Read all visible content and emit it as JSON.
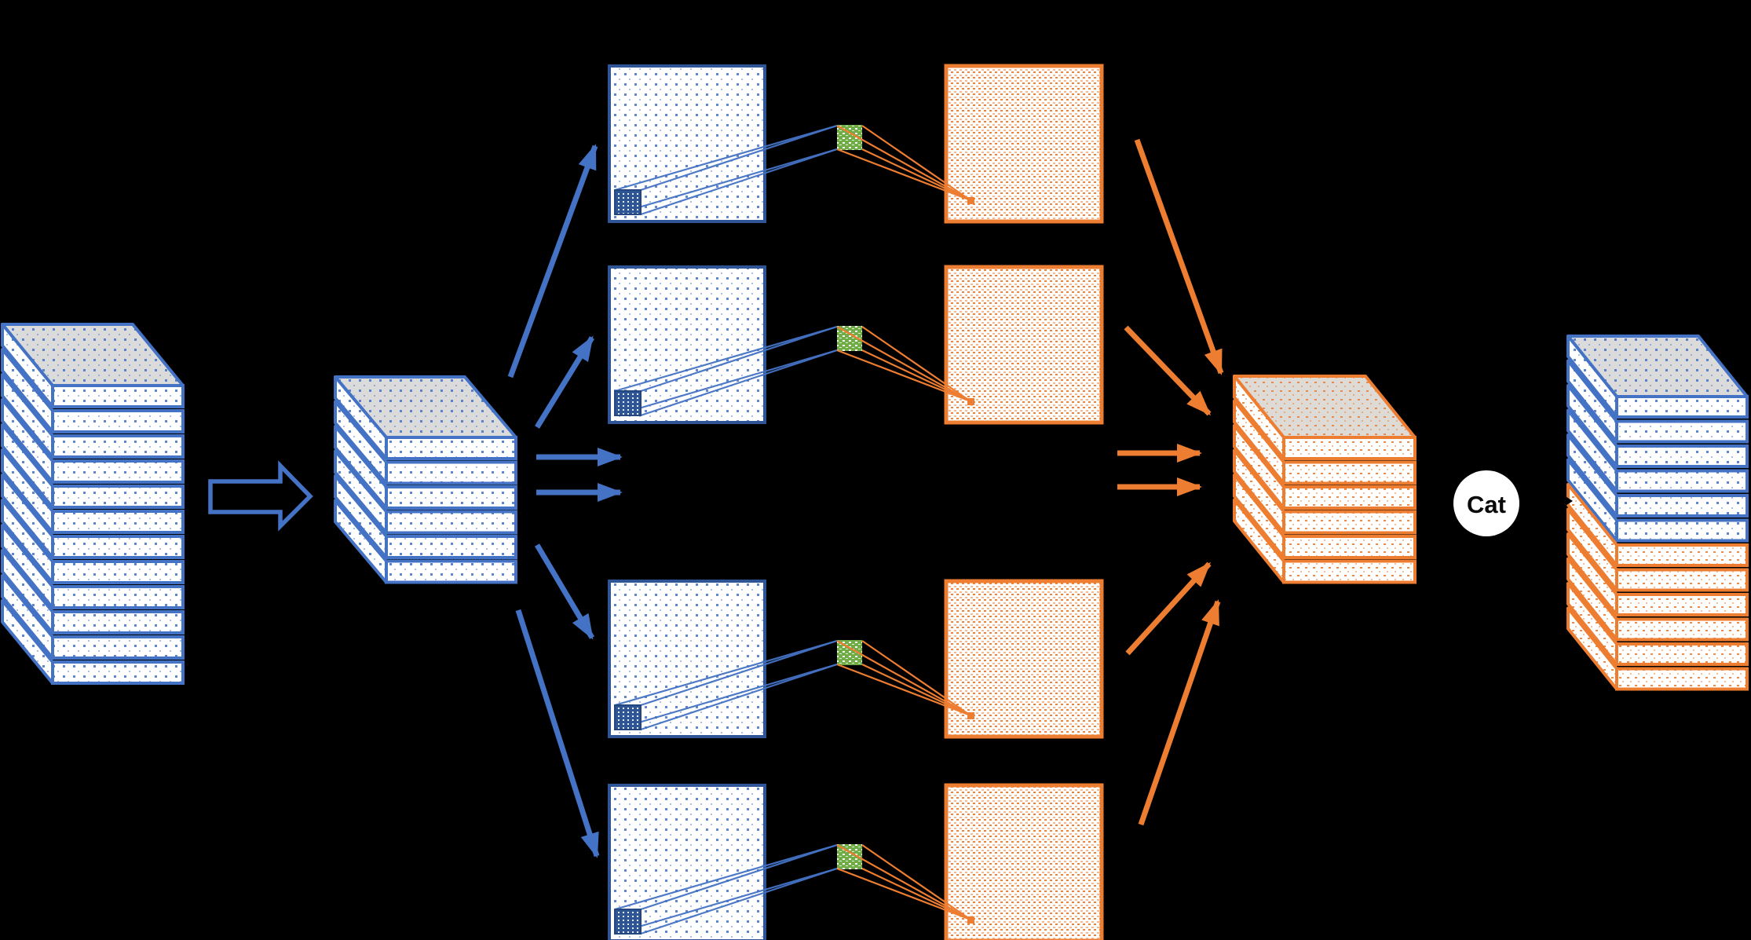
{
  "background": "#000000",
  "cat": {
    "label": "Cat"
  },
  "colors": {
    "blue": "#4472C4",
    "dark_blue": "#2F5597",
    "patch_blue": "#2E5697",
    "orange": "#ED7D31",
    "green": "#70AD47",
    "gray_top": "#DBDBDB",
    "white": "#FFFFFF",
    "black": "#000000"
  },
  "stacks": {
    "input": {
      "semantic": "input-feature-stack",
      "layer_count": 12,
      "palette": "blue"
    },
    "reduced": {
      "semantic": "reduced-feature-stack",
      "layer_count": 6,
      "palette": "blue"
    },
    "concat": {
      "semantic": "concatenated-output-stack",
      "layer_count": 6,
      "palette": "orange"
    },
    "output": {
      "semantic": "final-output-stack",
      "blue_layer_count": 6,
      "orange_layer_count": 6
    }
  },
  "branches": {
    "visible_rows": 4,
    "split_arrow_count": 6,
    "merge_arrow_count": 6,
    "row_parts": {
      "input_map": "blue-dotted-feature-map",
      "patch": "blue-receptive-patch",
      "kernel": "green-kernel",
      "output_map": "orange-dotted-feature-map",
      "output_pixel": "orange-output-pixel"
    }
  }
}
